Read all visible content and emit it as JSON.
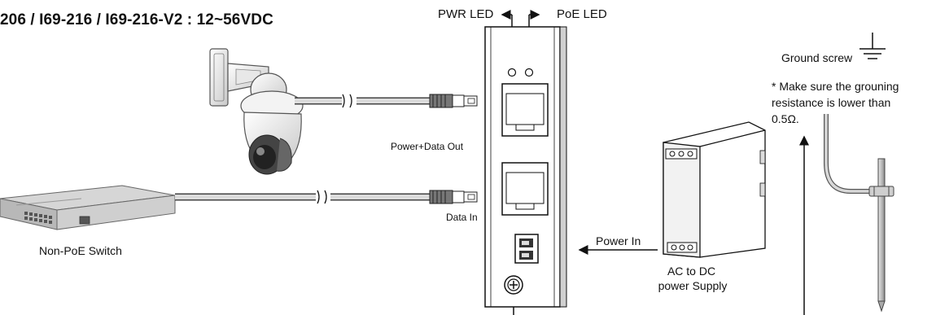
{
  "title": "206 / I69-216 / I69-216-V2 : 12~56VDC",
  "labels": {
    "pwr_led": "PWR LED",
    "poe_led": "PoE LED",
    "power_data_out": "Power+Data Out",
    "data_in": "Data In",
    "non_poe_switch": "Non-PoE Switch",
    "power_in": "Power In",
    "ac_dc_line1": "AC to DC",
    "ac_dc_line2": "power Supply",
    "ground_screw": "Ground screw",
    "note_line1": "* Make sure the grouning",
    "note_line2": "resistance is lower than",
    "note_line3": "0.5Ω.",
    "terminal_plus": "+",
    "terminal_minus": "-"
  },
  "icons": {
    "camera": "ptz-dome-camera-icon",
    "switch": "network-switch-icon",
    "ground": "ground-symbol-icon",
    "connector": "rj45-connector-icon"
  }
}
